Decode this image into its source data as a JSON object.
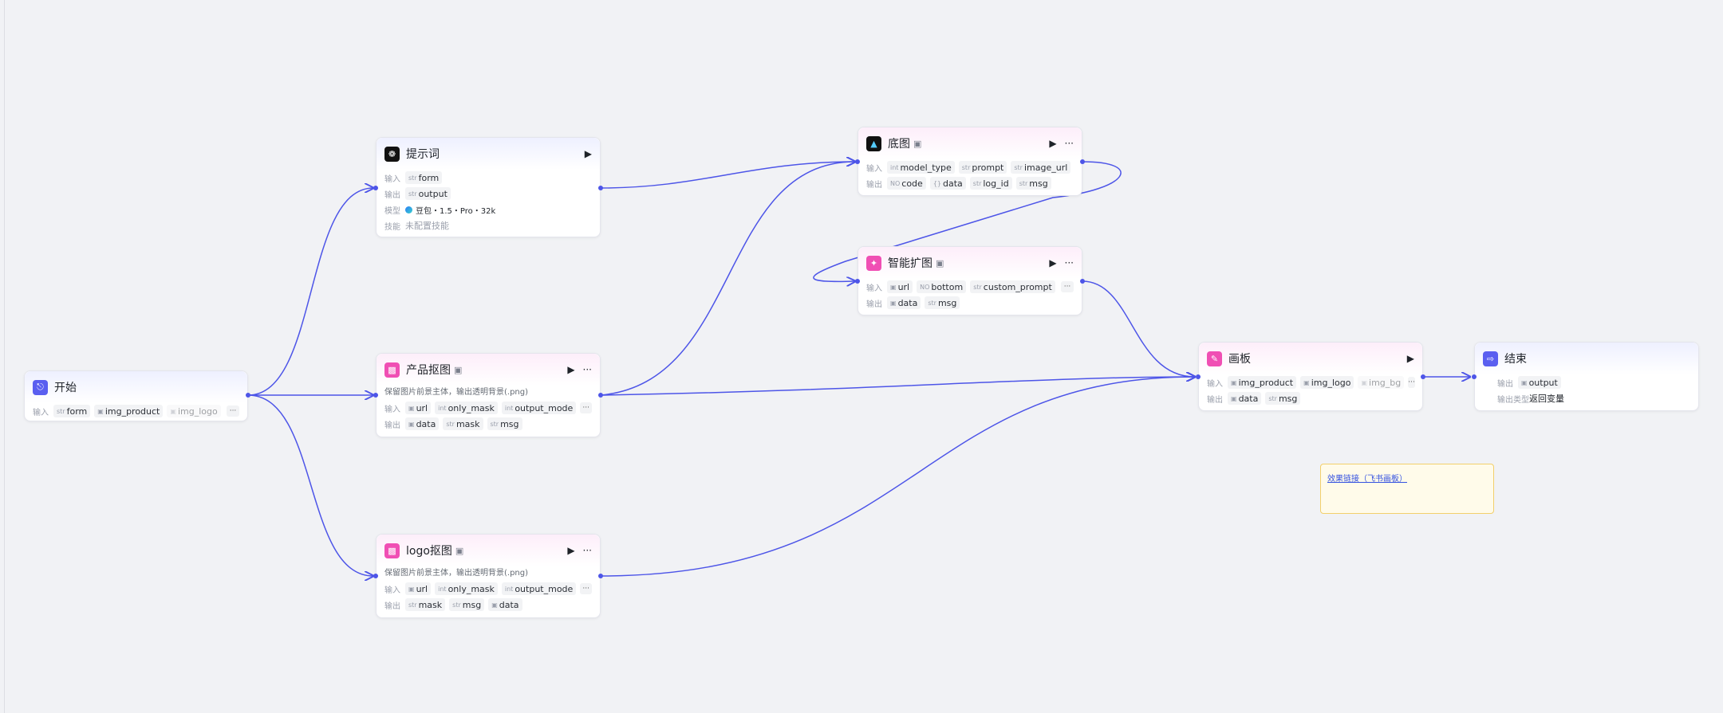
{
  "nodes": {
    "start": {
      "title": "开始",
      "input_label": "输入",
      "inputs": [
        {
          "type": "str",
          "name": "form"
        },
        {
          "type": "img",
          "name": "img_product"
        },
        {
          "type": "img",
          "name": "img_logo"
        }
      ],
      "more": "···"
    },
    "prompt": {
      "title": "提示词",
      "run": "▶",
      "input_label": "输入",
      "output_label": "输出",
      "model_label": "模型",
      "skill_label": "技能",
      "inputs": [
        {
          "type": "str",
          "name": "form"
        }
      ],
      "outputs": [
        {
          "type": "str",
          "name": "output"
        }
      ],
      "model": "豆包・1.5・Pro・32k",
      "skill": "未配置技能"
    },
    "product_cutout": {
      "title": "产品抠图",
      "run": "▶",
      "menu": "···",
      "desc": "保留图片前景主体，输出透明背景(.png)",
      "input_label": "输入",
      "output_label": "输出",
      "inputs": [
        {
          "type": "img",
          "name": "url"
        },
        {
          "type": "int",
          "name": "only_mask"
        },
        {
          "type": "int",
          "name": "output_mode"
        }
      ],
      "outputs": [
        {
          "type": "img",
          "name": "data"
        },
        {
          "type": "str",
          "name": "mask"
        },
        {
          "type": "str",
          "name": "msg"
        }
      ],
      "more": "···"
    },
    "logo_cutout": {
      "title": "logo抠图",
      "run": "▶",
      "menu": "···",
      "desc": "保留图片前景主体，输出透明背景(.png)",
      "input_label": "输入",
      "output_label": "输出",
      "inputs": [
        {
          "type": "img",
          "name": "url"
        },
        {
          "type": "int",
          "name": "only_mask"
        },
        {
          "type": "int",
          "name": "output_mode"
        }
      ],
      "outputs": [
        {
          "type": "str",
          "name": "mask"
        },
        {
          "type": "str",
          "name": "msg"
        },
        {
          "type": "img",
          "name": "data"
        }
      ],
      "more": "···"
    },
    "base_image": {
      "title": "底图",
      "run": "▶",
      "menu": "···",
      "input_label": "输入",
      "output_label": "输出",
      "inputs": [
        {
          "type": "int",
          "name": "model_type"
        },
        {
          "type": "str",
          "name": "prompt"
        },
        {
          "type": "str",
          "name": "image_url"
        }
      ],
      "outputs": [
        {
          "type": "NO",
          "name": "code"
        },
        {
          "type": "{}",
          "name": "data"
        },
        {
          "type": "str",
          "name": "log_id"
        },
        {
          "type": "str",
          "name": "msg"
        }
      ]
    },
    "smart_expand": {
      "title": "智能扩图",
      "run": "▶",
      "menu": "···",
      "input_label": "输入",
      "output_label": "输出",
      "inputs": [
        {
          "type": "img",
          "name": "url"
        },
        {
          "type": "NO",
          "name": "bottom"
        },
        {
          "type": "str",
          "name": "custom_prompt"
        }
      ],
      "outputs": [
        {
          "type": "img",
          "name": "data"
        },
        {
          "type": "str",
          "name": "msg"
        }
      ],
      "more": "···"
    },
    "canvas": {
      "title": "画板",
      "run": "▶",
      "input_label": "输入",
      "output_label": "输出",
      "inputs": [
        {
          "type": "img",
          "name": "img_product"
        },
        {
          "type": "img",
          "name": "img_logo"
        },
        {
          "type": "img",
          "name": "img_bg"
        }
      ],
      "outputs": [
        {
          "type": "img",
          "name": "data"
        },
        {
          "type": "str",
          "name": "msg"
        }
      ],
      "more": "···"
    },
    "end": {
      "title": "结束",
      "output_label": "输出",
      "output_type_label": "输出类型",
      "outputs": [
        {
          "type": "img",
          "name": "output"
        }
      ],
      "output_type": "返回变量"
    }
  },
  "note": {
    "link_text": "效果链接（飞书画板）"
  },
  "colors": {
    "edge": "#4d55e8",
    "start_icon": "#5a5ff0",
    "plugin_icon": "#f04fb4"
  }
}
